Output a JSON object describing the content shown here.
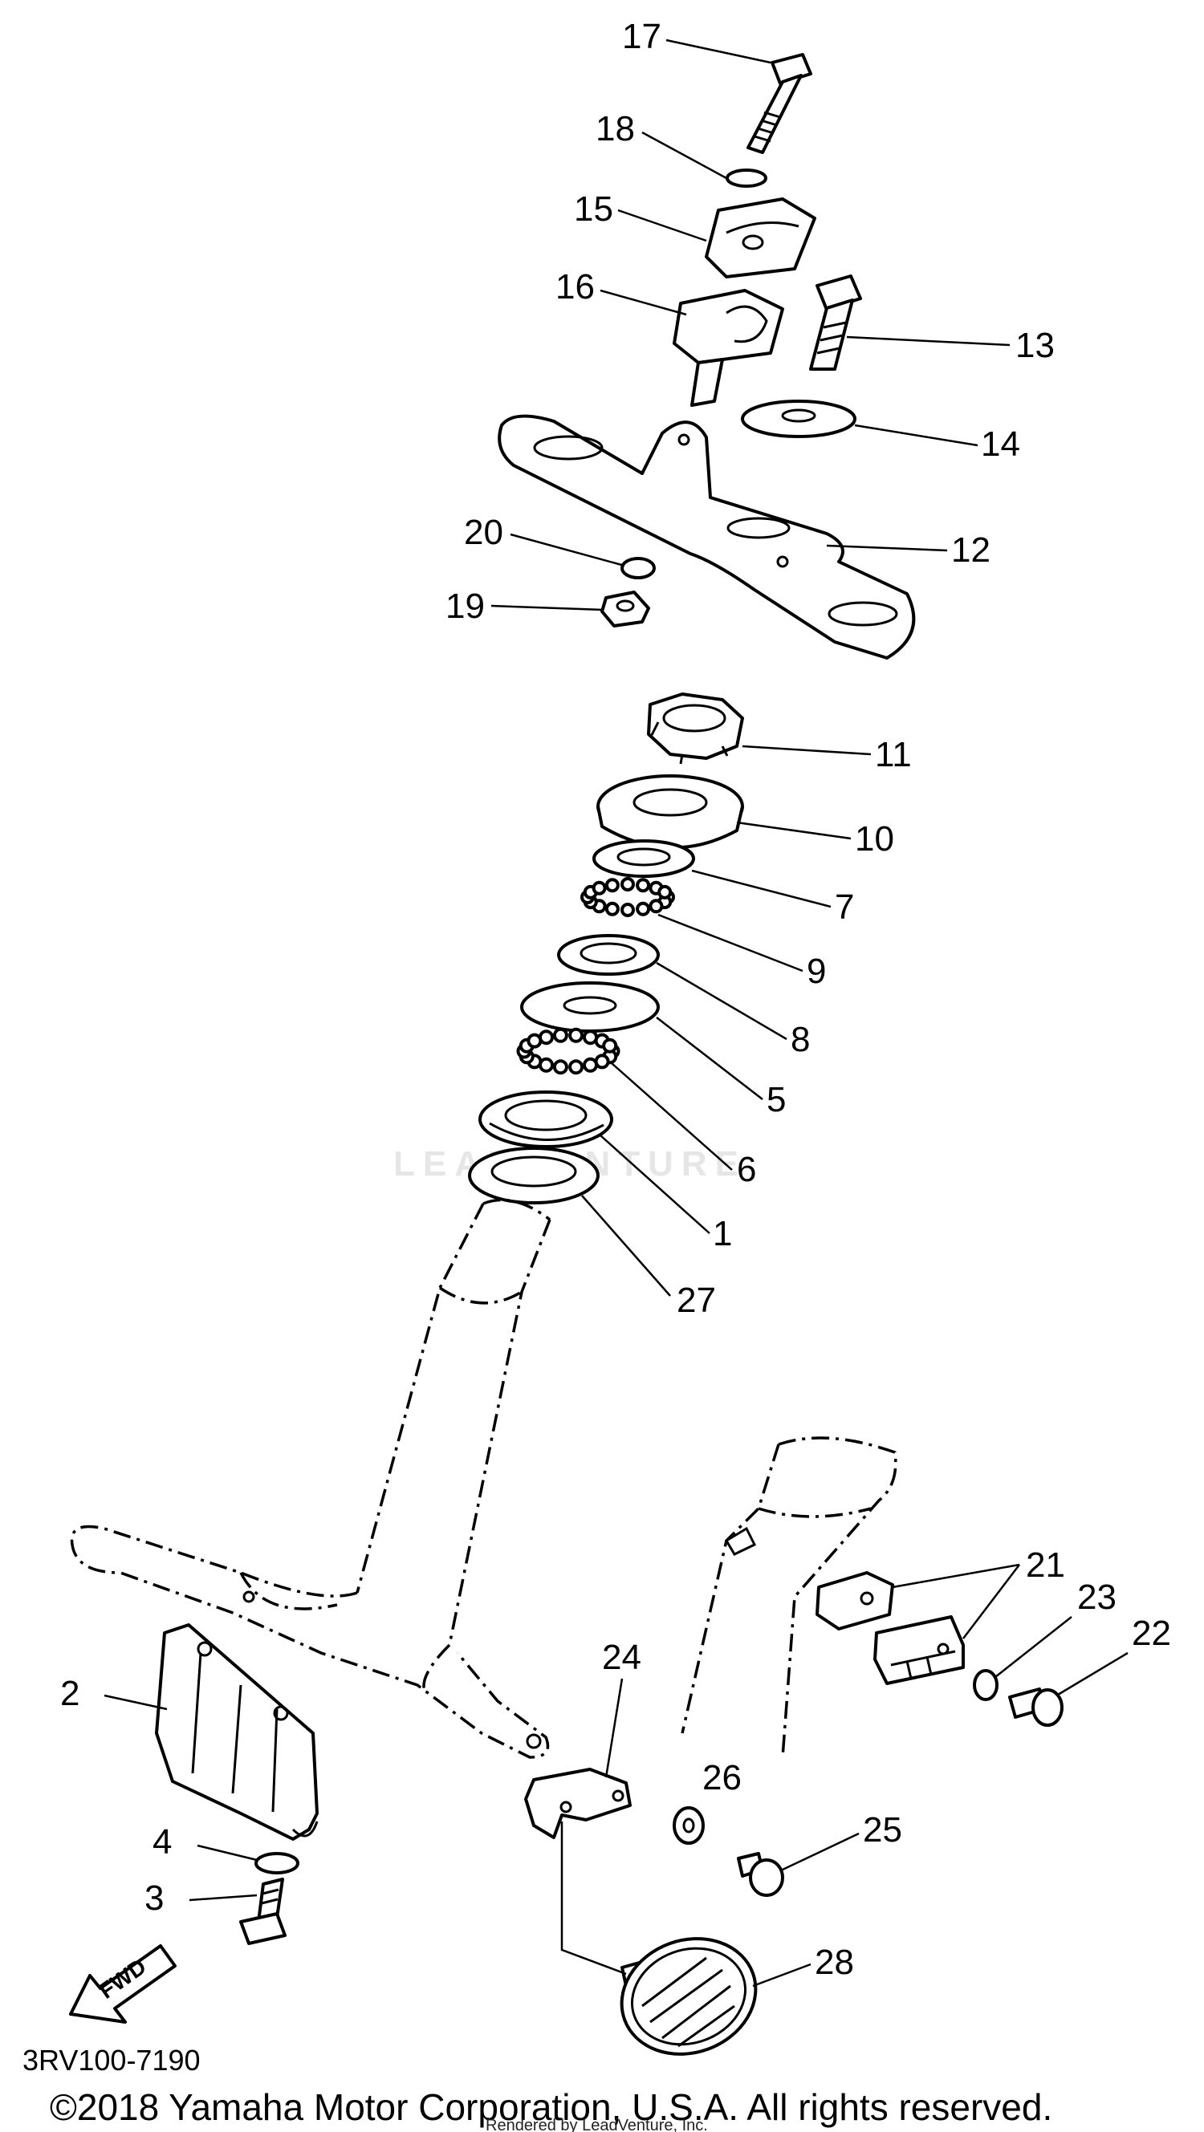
{
  "diagram": {
    "part_labels": [
      "17",
      "18",
      "15",
      "16",
      "13",
      "14",
      "20",
      "12",
      "19",
      "11",
      "10",
      "7",
      "9",
      "8",
      "5",
      "6",
      "1",
      "27",
      "21",
      "23",
      "22",
      "2",
      "24",
      "26",
      "25",
      "4",
      "3",
      "28"
    ],
    "fwd_label": "FWD",
    "diagram_code": "3RV100-7190",
    "copyright": "©2018 Yamaha Motor Corporation, U.S.A. All rights reserved.",
    "rendered_by": "Rendered by LeadVenture, Inc.",
    "watermark": "LEADVENTURE"
  }
}
